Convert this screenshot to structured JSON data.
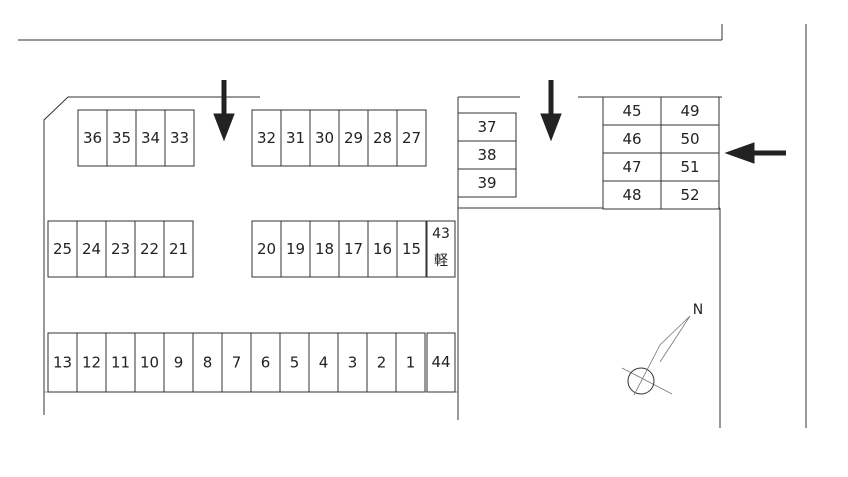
{
  "rows": {
    "top_left": [
      "36",
      "35",
      "34",
      "33"
    ],
    "top_mid": [
      "32",
      "31",
      "30",
      "29",
      "28",
      "27"
    ],
    "right_stack": [
      "37",
      "38",
      "39"
    ],
    "right_grid_left": [
      "45",
      "46",
      "47",
      "48"
    ],
    "right_grid_right": [
      "49",
      "50",
      "51",
      "52"
    ],
    "mid_left": [
      "25",
      "24",
      "23",
      "22",
      "21"
    ],
    "mid_mid": [
      "20",
      "19",
      "18",
      "17",
      "16",
      "15"
    ],
    "bottom": [
      "13",
      "12",
      "11",
      "10",
      "9",
      "8",
      "7",
      "6",
      "5",
      "4",
      "3",
      "2",
      "1"
    ],
    "special_43": [
      "43",
      "軽"
    ],
    "special_44": "44"
  },
  "compass": {
    "label": "N"
  }
}
